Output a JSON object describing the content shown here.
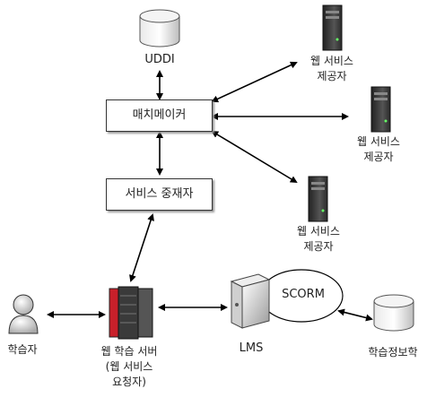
{
  "nodes": {
    "uddi": "UDDI",
    "matchmaker": "매치메이커",
    "mediator": "서비스 중재자",
    "provider_1": [
      "웹 서비스",
      "제공자"
    ],
    "provider_2": [
      "웹 서비스",
      "제공자"
    ],
    "provider_3": [
      "웹 서비스",
      "제공자"
    ],
    "learner": "학습자",
    "web_server": [
      "웹 학습 서버",
      "(웹 서비스",
      "요청자)"
    ],
    "lms": "LMS",
    "scorm": "SCORM",
    "learning_info": "학습정보학"
  },
  "colors": {
    "line": "#000000",
    "box_border": "#333333",
    "server_dark": "#3a3a3a",
    "server_red": "#c8202a"
  }
}
